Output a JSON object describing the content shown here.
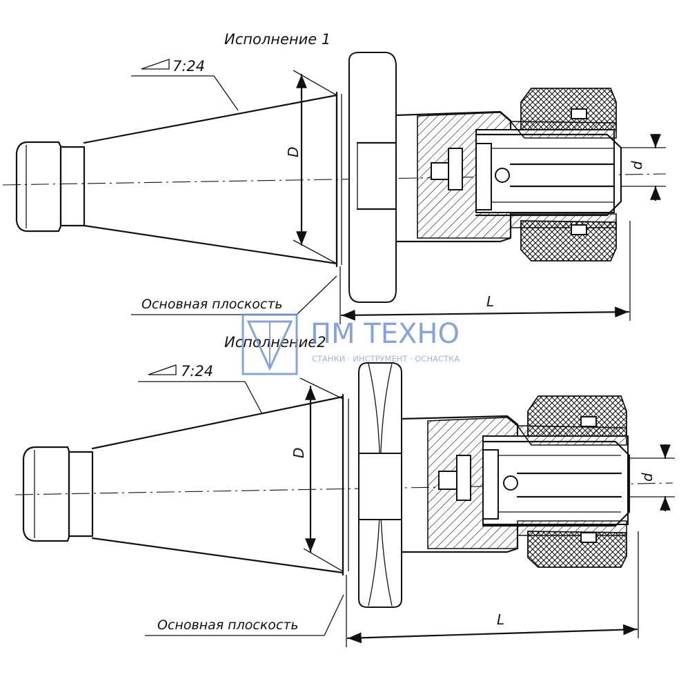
{
  "variants": [
    {
      "title": "Исполнение 1",
      "taper": "7:24",
      "base_plane": "Основная плоскость",
      "dim_D": "D",
      "dim_d": "d",
      "dim_L": "L"
    },
    {
      "title": "Исполнение2",
      "taper": "7:24",
      "base_plane": "Основная плоскость",
      "dim_D": "D",
      "dim_d": "d",
      "dim_L": "L"
    }
  ],
  "watermark": {
    "brand": "ПМ ТЕХНО",
    "tagline": "СТАНКИ · ИНСТРУМЕНТ · ОСНАСТКА",
    "color": "#6a8fd6"
  },
  "colors": {
    "ink": "#111111",
    "paper": "#ffffff"
  }
}
